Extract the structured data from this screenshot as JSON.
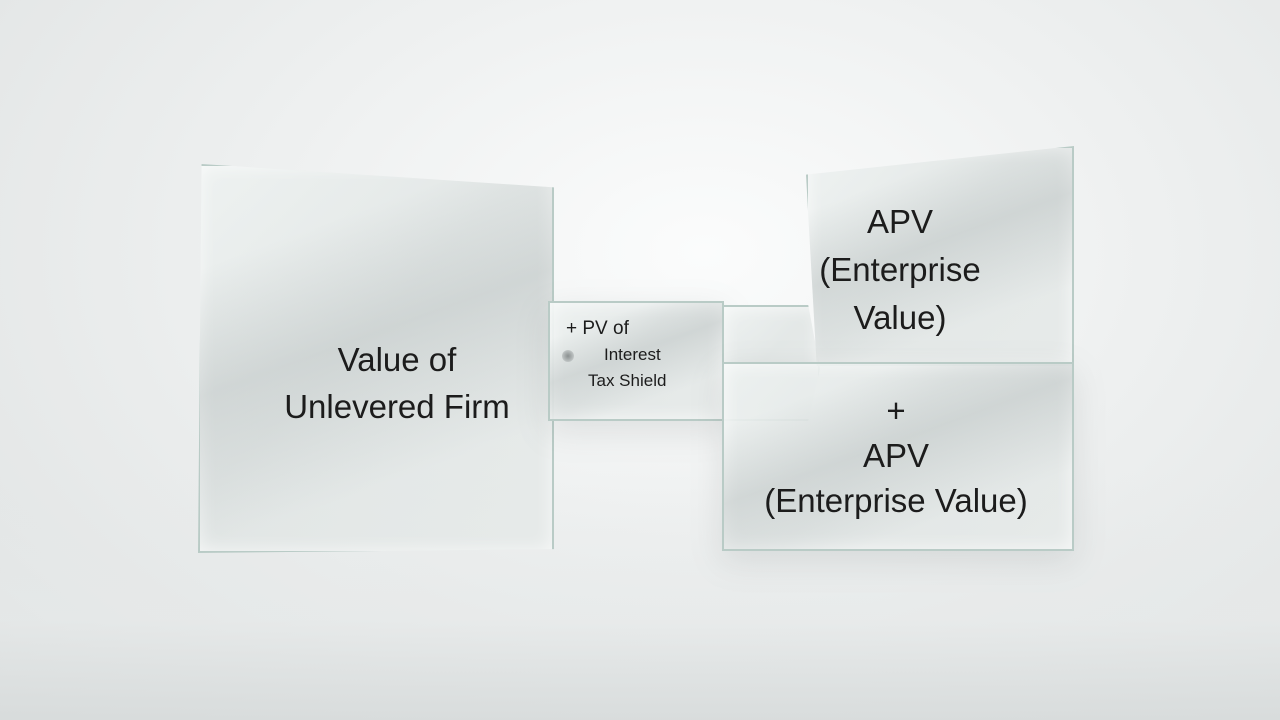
{
  "left_panel": {
    "line1": "Value of",
    "line2": "Unlevered Firm"
  },
  "middle_panel": {
    "line1": "+ PV of",
    "line2": "Interest",
    "line3": "Tax Shield"
  },
  "right_top_panel": {
    "line1": "APV",
    "line2": "(Enterprise",
    "line3": "Value)"
  },
  "right_bottom_panel": {
    "line1": "+",
    "line2": "APV",
    "line3": "(Enterprise Value)"
  }
}
